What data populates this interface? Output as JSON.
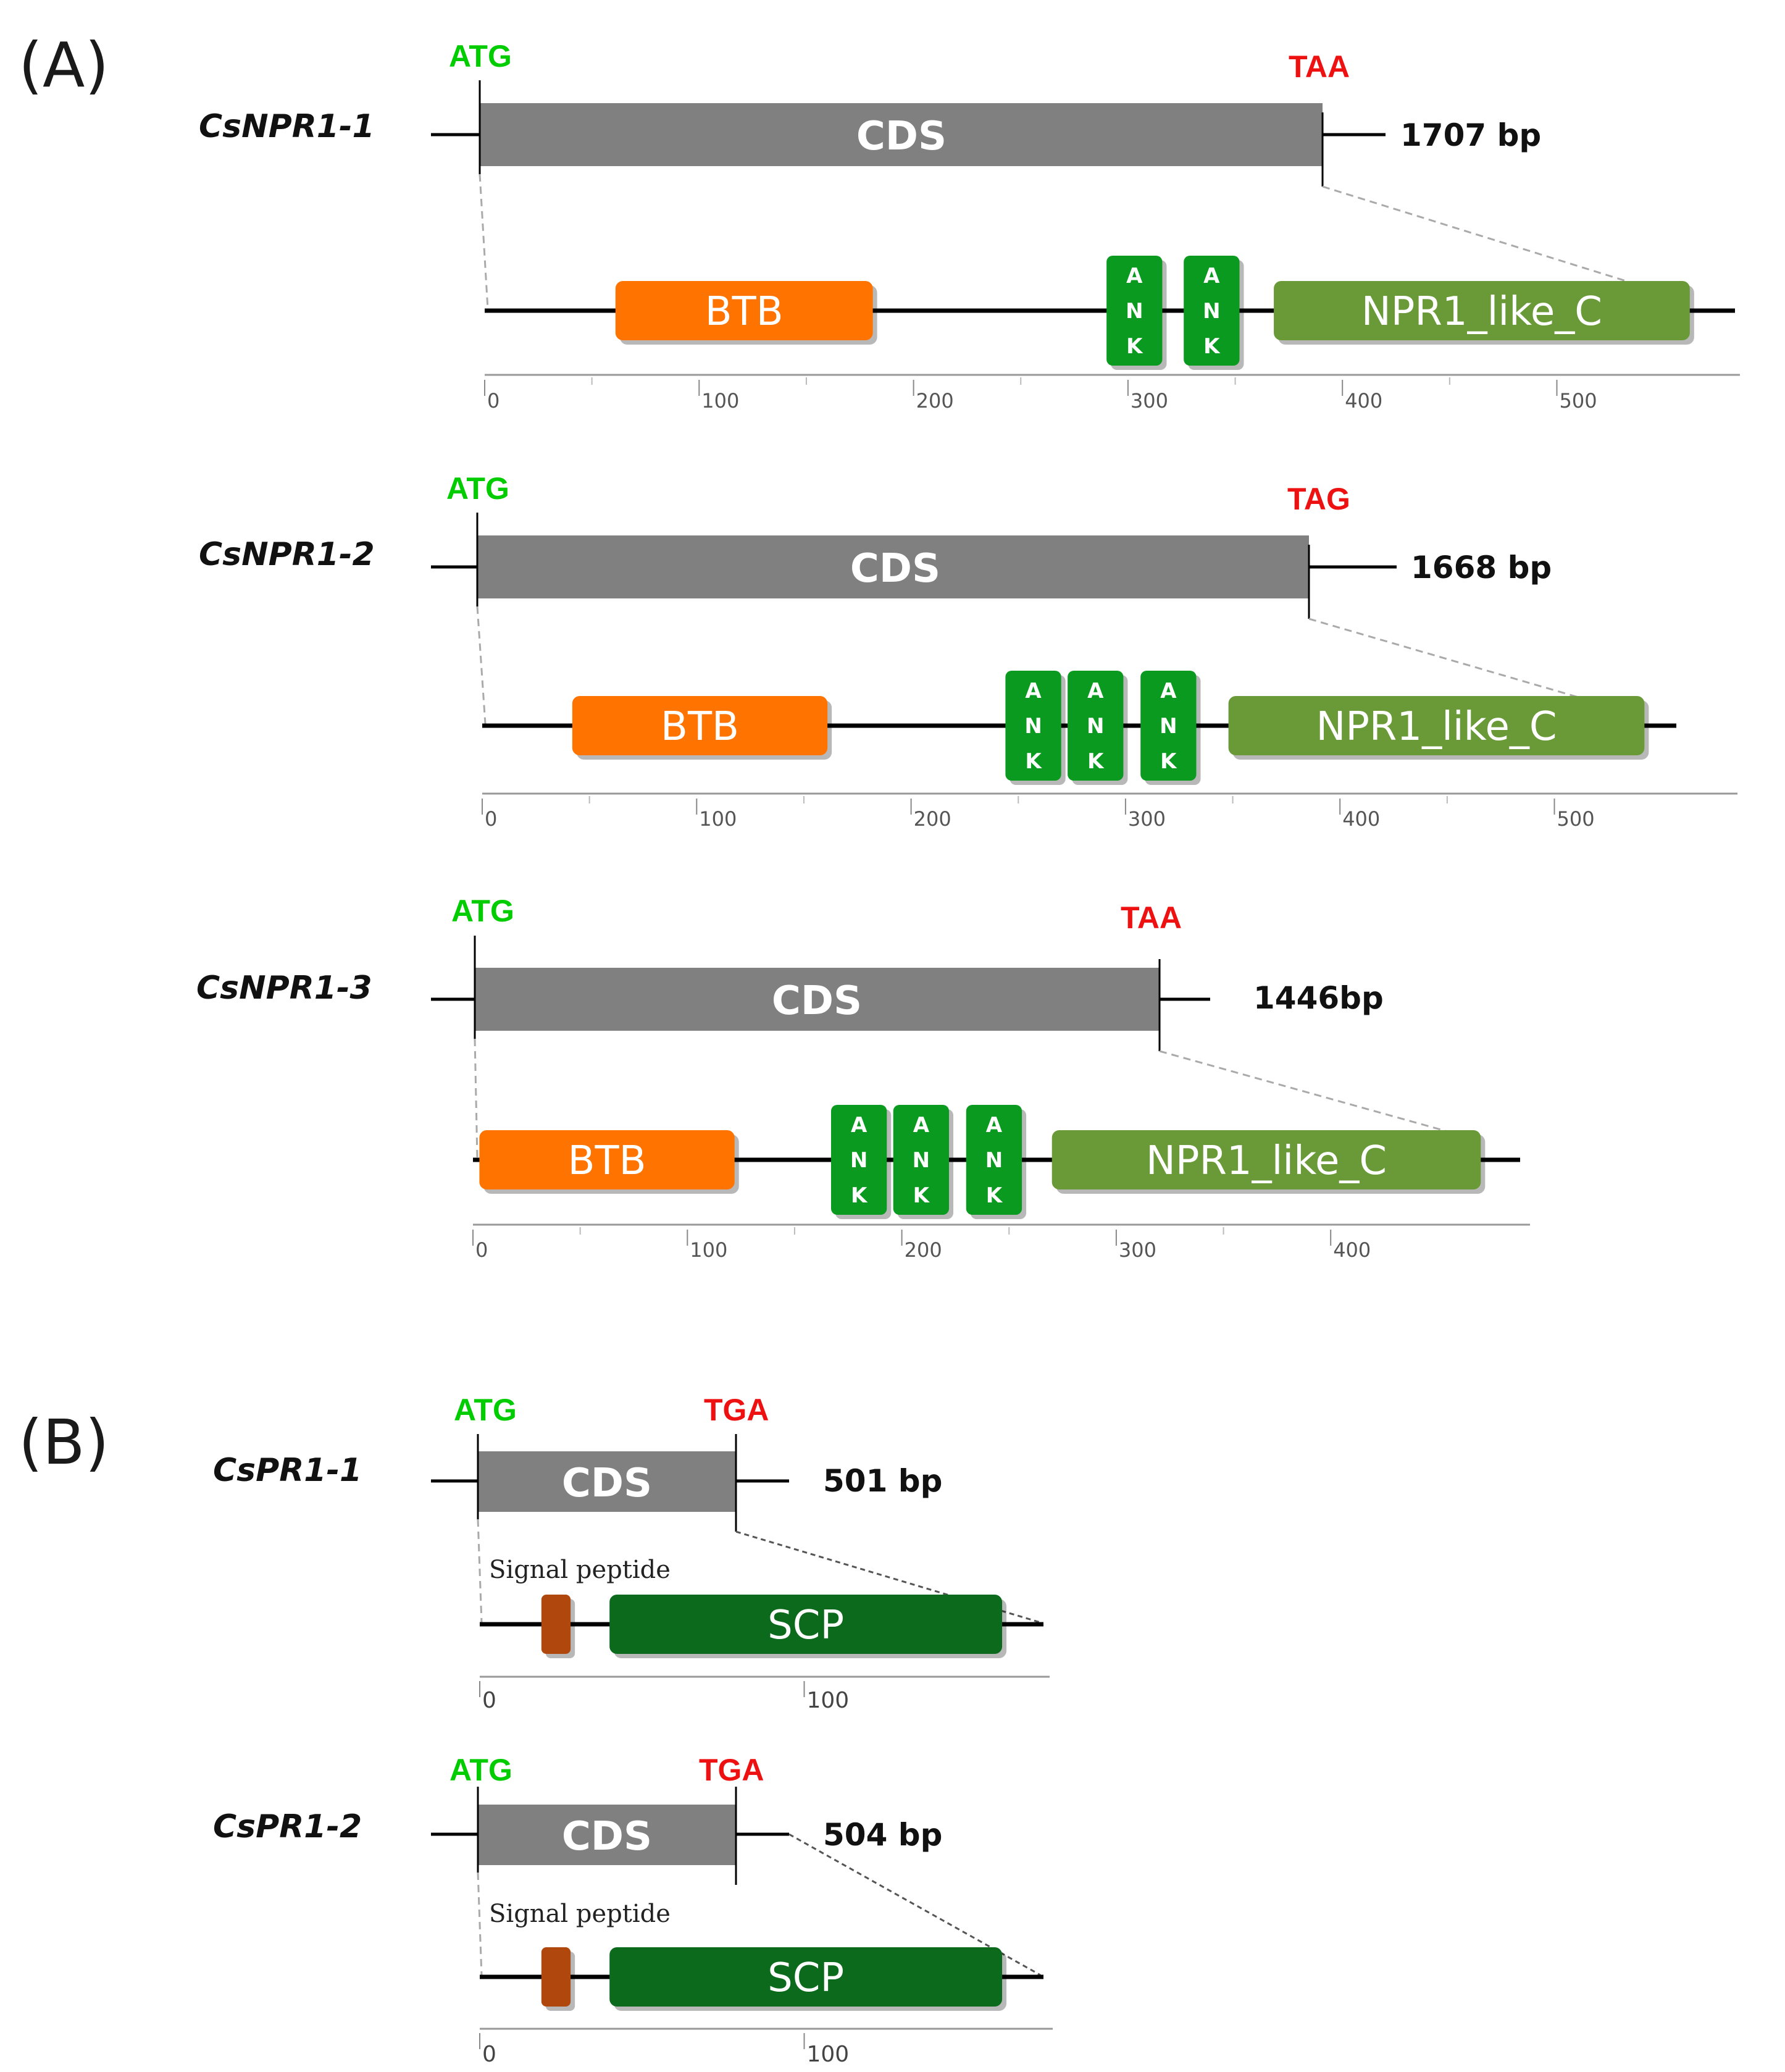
{
  "colors": {
    "start_codon": "#00cc00",
    "stop_codon": "#ee1111",
    "cds": "#808080",
    "btb": "#ff7300",
    "ank": "#0a9a1f",
    "npr1_like_c": "#6a9a37",
    "scp": "#0b6a1b",
    "signal_peptide": "#b0470c"
  },
  "panels": [
    {
      "label": "(A)",
      "genes": [
        {
          "name": "CsNPR1-1",
          "start_codon": "ATG",
          "stop_codon": "TAA",
          "cds_label": "CDS",
          "size_label": "1707 bp",
          "domains": [
            {
              "type": "BTB",
              "label": "BTB",
              "start": 61,
              "end": 181
            },
            {
              "type": "ANK",
              "label": "ANK",
              "start": 290,
              "end": 316
            },
            {
              "type": "ANK",
              "label": "ANK",
              "start": 326,
              "end": 352
            },
            {
              "type": "NPR1_like_C",
              "label": "NPR1_like_C",
              "start": 368,
              "end": 562
            }
          ],
          "ticks": [
            "0",
            "100",
            "200",
            "300",
            "400",
            "500"
          ]
        },
        {
          "name": "CsNPR1-2",
          "start_codon": "ATG",
          "stop_codon": "TAG",
          "cds_label": "CDS",
          "size_label": "1668 bp",
          "domains": [
            {
              "type": "BTB",
              "label": "BTB",
              "start": 42,
              "end": 161
            },
            {
              "type": "ANK",
              "label": "ANK",
              "start": 244,
              "end": 270
            },
            {
              "type": "ANK",
              "label": "ANK",
              "start": 273,
              "end": 299
            },
            {
              "type": "ANK",
              "label": "ANK",
              "start": 307,
              "end": 333
            },
            {
              "type": "NPR1_like_C",
              "label": "NPR1_like_C",
              "start": 348,
              "end": 542
            }
          ],
          "ticks": [
            "0",
            "100",
            "200",
            "300",
            "400",
            "500"
          ]
        },
        {
          "name": "CsNPR1-3",
          "start_codon": "ATG",
          "stop_codon": "TAA",
          "cds_label": "CDS",
          "size_label": "1446bp",
          "domains": [
            {
              "type": "BTB",
              "label": "BTB",
              "start": 3,
              "end": 122
            },
            {
              "type": "ANK",
              "label": "ANK",
              "start": 167,
              "end": 193
            },
            {
              "type": "ANK",
              "label": "ANK",
              "start": 196,
              "end": 222
            },
            {
              "type": "ANK",
              "label": "ANK",
              "start": 230,
              "end": 256
            },
            {
              "type": "NPR1_like_C",
              "label": "NPR1_like_C",
              "start": 270,
              "end": 470
            }
          ],
          "ticks": [
            "0",
            "100",
            "200",
            "300",
            "400"
          ]
        }
      ]
    },
    {
      "label": "(B)",
      "genes": [
        {
          "name": "CsPR1-1",
          "start_codon": "ATG",
          "stop_codon": "TGA",
          "cds_label": "CDS",
          "size_label": "501 bp",
          "signal_peptide_label": "Signal peptide",
          "domains": [
            {
              "type": "signal_peptide",
              "label": "",
              "start": 19,
              "end": 28
            },
            {
              "type": "SCP",
              "label": "SCP",
              "start": 40,
              "end": 161
            }
          ],
          "ticks": [
            "0",
            "100"
          ]
        },
        {
          "name": "CsPR1-2",
          "start_codon": "ATG",
          "stop_codon": "TGA",
          "cds_label": "CDS",
          "size_label": "504 bp",
          "signal_peptide_label": "Signal peptide",
          "domains": [
            {
              "type": "signal_peptide",
              "label": "",
              "start": 19,
              "end": 28
            },
            {
              "type": "SCP",
              "label": "SCP",
              "start": 40,
              "end": 161
            }
          ],
          "ticks": [
            "0",
            "100"
          ]
        }
      ]
    }
  ]
}
